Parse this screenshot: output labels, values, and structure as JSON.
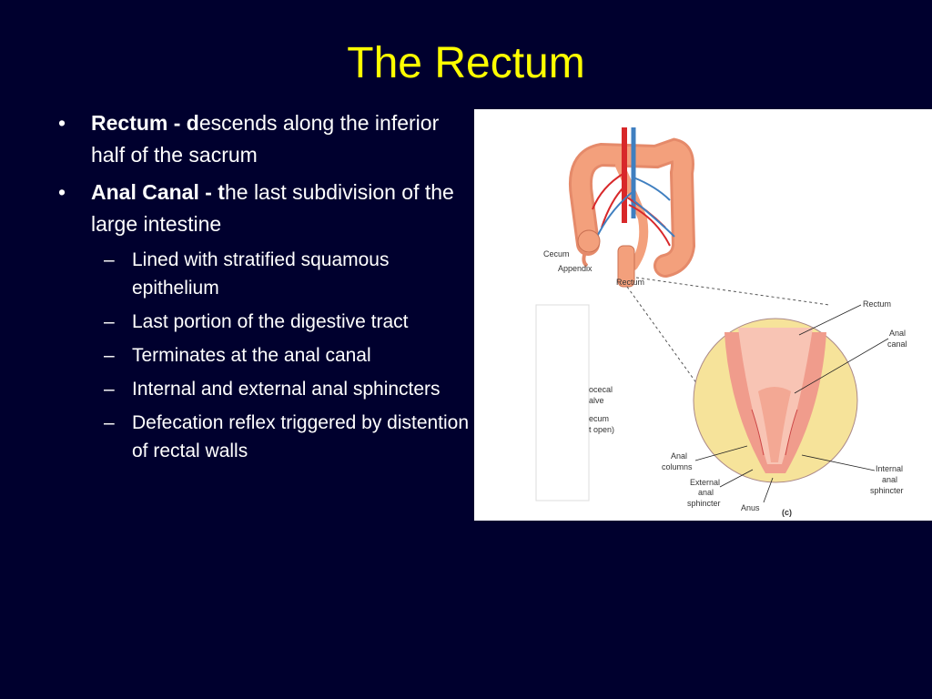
{
  "slide": {
    "title": "The Rectum",
    "bullets": [
      {
        "term": "Rectum - d",
        "text": "escends along the inferior half of the sacrum"
      },
      {
        "term": "Anal Canal - t",
        "text": "he last subdivision of the large intestine"
      }
    ],
    "subbullets": [
      "Lined with stratified squamous epithelium",
      "Last portion of the digestive tract",
      "Terminates at the anal canal",
      "Internal and external anal sphincters",
      "Defecation reflex triggered by distention of rectal walls"
    ],
    "bullet_glyph": "•",
    "dash_glyph": "–"
  },
  "figure": {
    "labels": {
      "cecum": "Cecum",
      "appendix": "Appendix",
      "rectum_top": "Rectum",
      "rectum": "Rectum",
      "anal_canal_1": "Anal",
      "anal_canal_2": "canal",
      "ileocecal_1": "ocecal",
      "ileocecal_2": "alve",
      "cecum_open_1": "ecum",
      "cecum_open_2": "t open)",
      "anal_columns_1": "Anal",
      "anal_columns_2": "columns",
      "ext_1": "External",
      "ext_2": "anal",
      "ext_3": "sphincter",
      "anus": "Anus",
      "panel": "(c)",
      "int_1": "Internal",
      "int_2": "anal",
      "int_3": "sphincter"
    },
    "colors": {
      "background": "#00002e",
      "title": "#ffff00",
      "text": "#ffffff",
      "intestine": "#f3a07c",
      "vessel_red": "#d8282a",
      "vessel_blue": "#3f7fc0",
      "rectal_wall": "#f8c4b4",
      "fat": "#f6e39a"
    }
  }
}
